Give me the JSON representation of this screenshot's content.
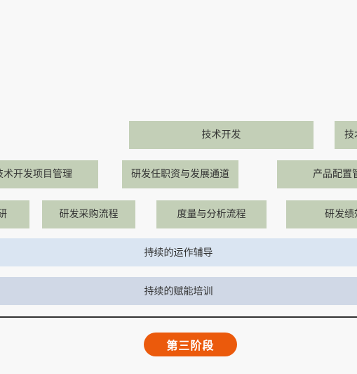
{
  "row1": {
    "tech_dev": "技术开发",
    "tech_clip": "技术"
  },
  "row2": {
    "tech_dev_project": "技术开发项目管理",
    "rd_career": "研发任职资与发展通道",
    "product_config": "产品配置管"
  },
  "row3": {
    "rd_clip": "研",
    "rd_procurement": "研发采购流程",
    "measure_analysis": "度量与分析流程",
    "rd_perf": "研发绩效"
  },
  "bands": {
    "ops_coaching": "持续的运作辅导",
    "enablement_training": "持续的赋能培训"
  },
  "phase": {
    "label": "第三阶段"
  },
  "colors": {
    "box_green": "#c3cfb7",
    "band_blue": "#dae5f2",
    "band_slate": "#d0d8e6",
    "accent_orange": "#eb5a0c",
    "background": "#f8f8f8"
  }
}
